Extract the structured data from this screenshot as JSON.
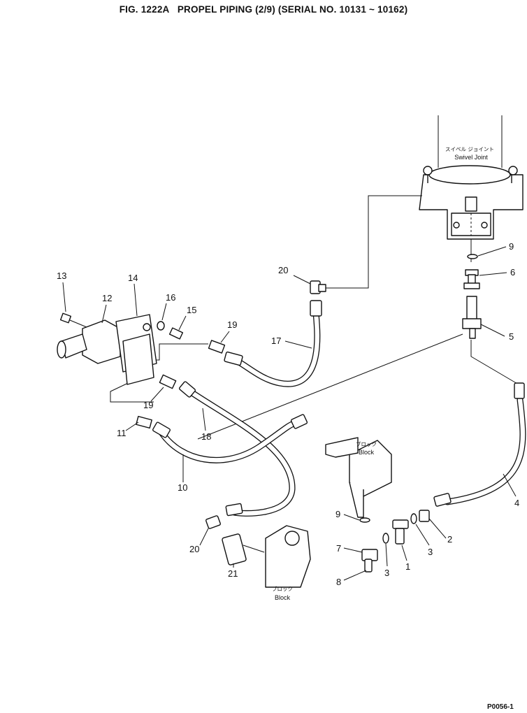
{
  "title": "FIG. 1222A   PROPEL PIPING (2/9) (SERIAL NO. 10131 ~ 10162)",
  "footer": "P0056-1",
  "labels": {
    "swivel_jp": "スイベル ジョイント",
    "swivel_en": "Swivel Joint",
    "block_jp": "ブロック",
    "block_en": "Block"
  },
  "callouts": [
    "1",
    "2",
    "3",
    "3",
    "4",
    "5",
    "6",
    "7",
    "8",
    "9",
    "9",
    "10",
    "11",
    "12",
    "13",
    "14",
    "15",
    "16",
    "17",
    "18",
    "19",
    "19",
    "20",
    "20",
    "21"
  ]
}
